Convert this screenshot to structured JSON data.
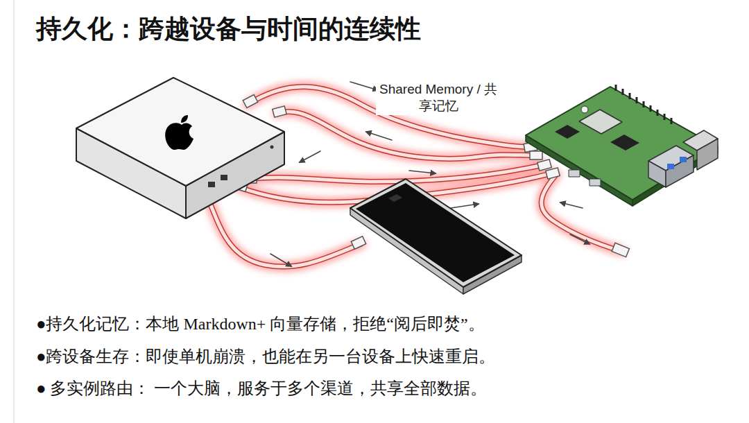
{
  "diagram": {
    "title": "持久化：跨越设备与时间的连续性",
    "labels": [
      "Shared Memory / 共享记忆",
      "●持久化记忆：本地 Markdown+ 向量存储，拒绝“阅后即焚”。",
      "●跨设备生存：即使单机崩溃，也能在另一台设备上快速重启。",
      "● 多实例路由： 一个大脑，服务于多个渠道，共享全部数据。"
    ]
  }
}
